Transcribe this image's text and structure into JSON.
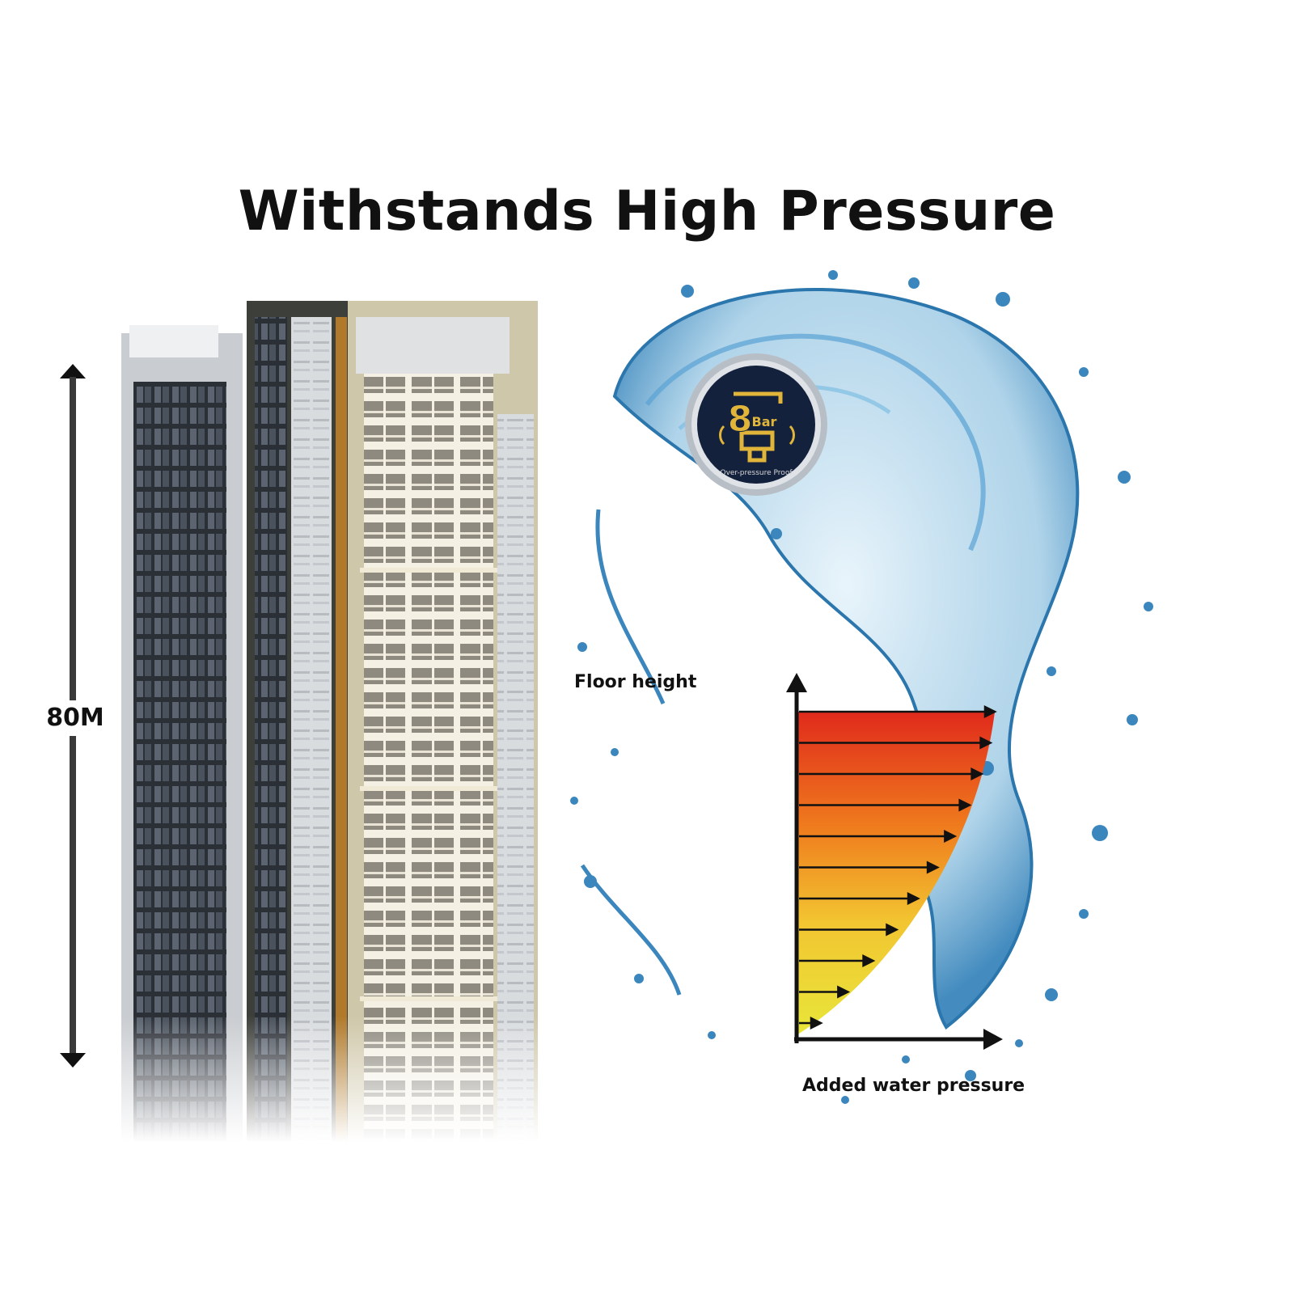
{
  "headline": "Withstands High Pressure",
  "building": {
    "height_label": "80M"
  },
  "badge": {
    "number": "8",
    "unit": "Bar",
    "caption": "Over-pressure Proof",
    "colors": {
      "background": "#14213d",
      "accent": "#e0b53a",
      "ring": "#9aa3ad"
    }
  },
  "pressure_chart": {
    "y_axis_label": "Floor height",
    "x_axis_label": "Added water pressure",
    "gradient_colors": [
      "#e02a1c",
      "#ef7a1d",
      "#f2c531",
      "#e8e63a"
    ],
    "arrow_count": 11
  }
}
